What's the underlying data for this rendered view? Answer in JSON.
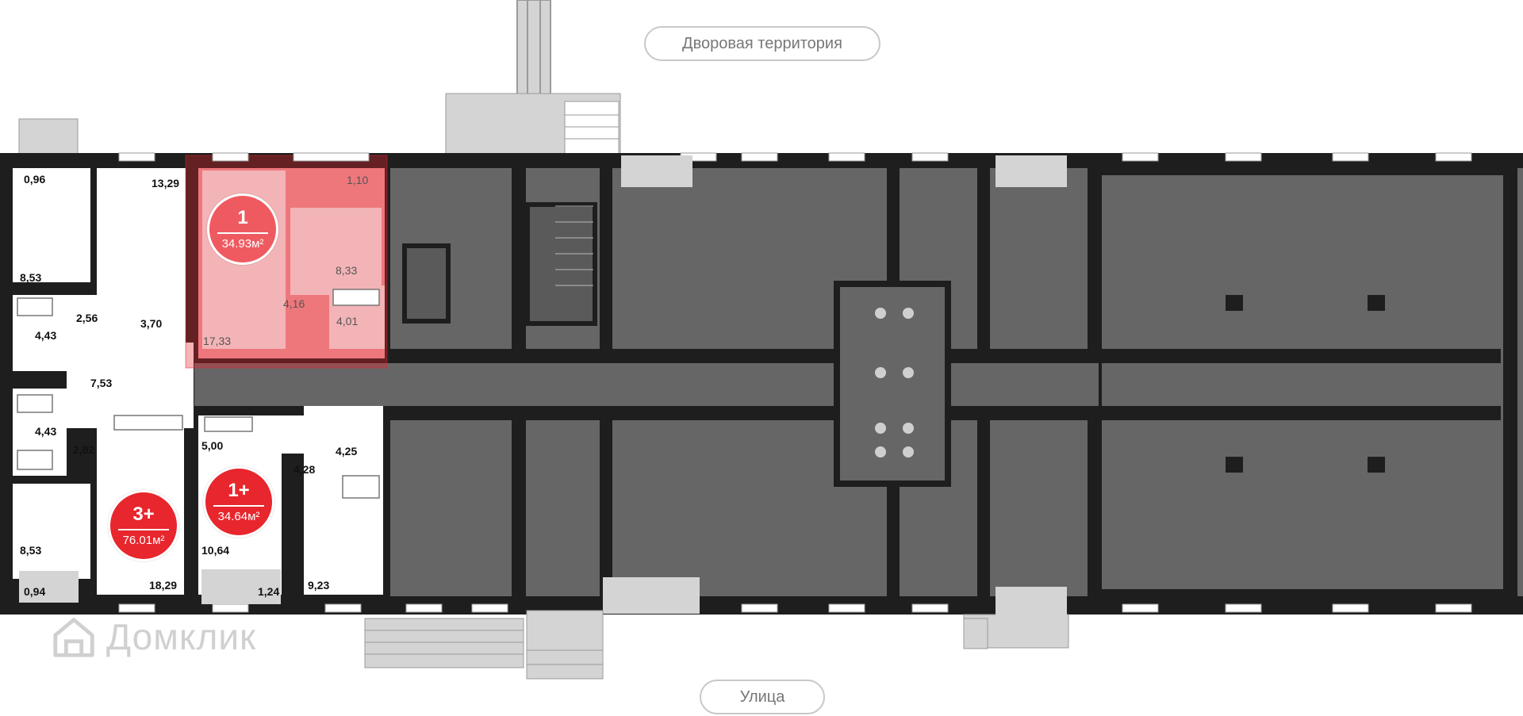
{
  "labels": {
    "yard": "Дворовая территория",
    "street": "Улица",
    "watermark": "Домклик"
  },
  "apartments": [
    {
      "id": "apt-1",
      "rooms": "1",
      "area": "34.93м²",
      "highlighted": true,
      "color": "#ef5a60"
    },
    {
      "id": "apt-3plus",
      "rooms": "3+",
      "area": "76.01м²",
      "highlighted": false,
      "color": "#e8262d"
    },
    {
      "id": "apt-1plus",
      "rooms": "1+",
      "area": "34.64м²",
      "highlighted": false,
      "color": "#e8262d"
    }
  ],
  "room_areas": {
    "r0_96": "0,96",
    "r13_29": "13,29",
    "r1_10": "1,10",
    "r8_53_top": "8,53",
    "r8_33": "8,33",
    "r2_56": "2,56",
    "r3_70": "3,70",
    "r4_16": "4,16",
    "r4_01": "4,01",
    "r4_43_top": "4,43",
    "r17_33": "17,33",
    "r7_53": "7,53",
    "r4_43_bottom": "4,43",
    "r2_82": "2,82",
    "r5_00": "5,00",
    "r4_28": "4,28",
    "r4_25": "4,25",
    "r8_53_bottom": "8,53",
    "r10_64": "10,64",
    "r18_29": "18,29",
    "r0_94": "0,94",
    "r1_24": "1,24",
    "r9_23": "9,23"
  },
  "colors": {
    "wall": "#1e1e1e",
    "commercial": "#666666",
    "highlight": "#f2a3a6",
    "badge_red": "#e8262d",
    "balcony": "#d4d4d4"
  }
}
